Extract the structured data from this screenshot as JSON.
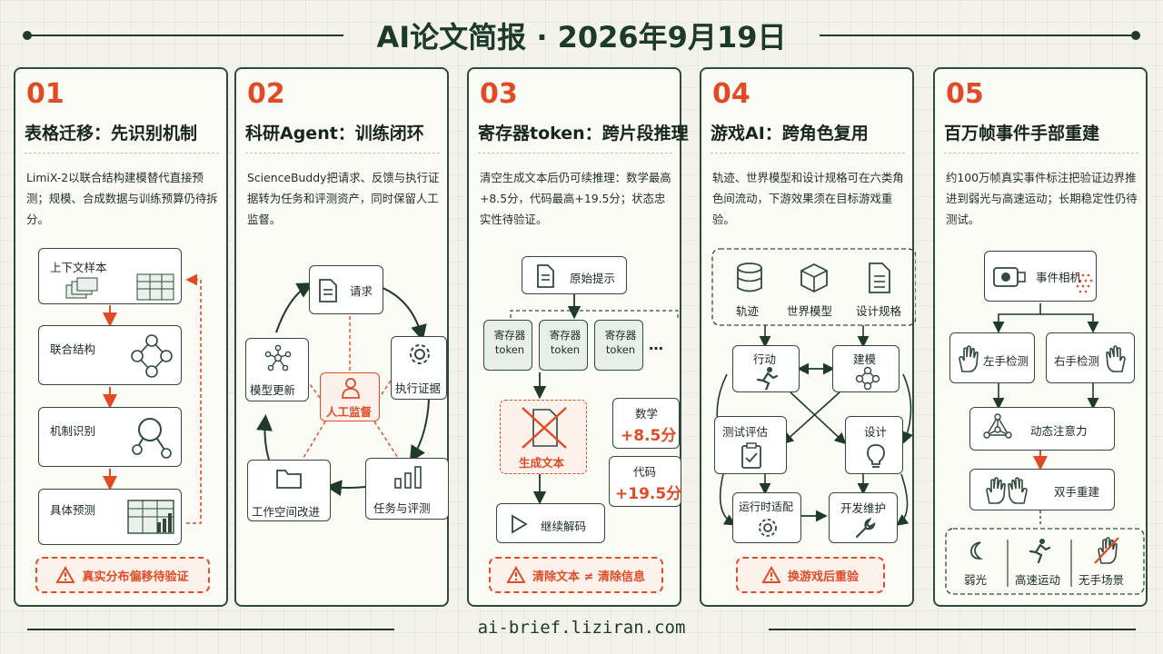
{
  "header": {
    "title": "AI论文简报 · 2026年9月19日"
  },
  "footer": {
    "url": "ai-brief.liziran.com"
  },
  "colors": {
    "accent": "#e04b26",
    "ink": "#1c3a2a",
    "border": "#2f4a3a",
    "paper": "#fbfbf6"
  },
  "panels": [
    {
      "num": "01",
      "title": "表格迁移：先识别机制",
      "desc": "LimiX-2以联合结构建模替代直接预测；规模、合成数据与训练预算仍待拆分。",
      "steps": [
        "上下文样本",
        "联合结构",
        "机制识别",
        "具体预测"
      ],
      "warning": "真实分布偏移待验证"
    },
    {
      "num": "02",
      "title": "科研Agent：训练闭环",
      "desc": "ScienceBuddy把请求、反馈与执行证据转为任务和评测资产，同时保留人工监督。",
      "nodes": [
        "请求",
        "执行证据",
        "任务与评测",
        "工作空间改进",
        "模型更新"
      ],
      "center": "人工监督"
    },
    {
      "num": "03",
      "title": "寄存器token：跨片段推理",
      "desc": "清空生成文本后仍可续推理：数学最高+8.5分，代码最高+19.5分；状态忠实性待验证。",
      "prompt": "原始提示",
      "token_label": "寄存器token",
      "ellipsis": "…",
      "generated": "生成文本",
      "continue": "继续解码",
      "metrics": [
        {
          "label": "数学",
          "value": "+8.5分"
        },
        {
          "label": "代码",
          "value": "+19.5分"
        }
      ],
      "warning": "清除文本 ≠ 清除信息"
    },
    {
      "num": "04",
      "title": "游戏AI：跨角色复用",
      "desc": "轨迹、世界模型和设计规格可在六类角色间流动，下游效果须在目标游戏重验。",
      "assets": [
        "轨迹",
        "世界模型",
        "设计规格"
      ],
      "roles": [
        "行动",
        "建模",
        "测试评估",
        "设计",
        "运行时适配",
        "开发维护"
      ],
      "warning": "换游戏后重验"
    },
    {
      "num": "05",
      "title": "百万帧事件手部重建",
      "desc": "约100万帧真实事件标注把验证边界推进到弱光与高速运动；长期稳定性仍待测试。",
      "camera": "事件相机",
      "detect": [
        "左手检测",
        "右手检测"
      ],
      "attention": "动态注意力",
      "recon": "双手重建",
      "conditions": [
        "弱光",
        "高速运动",
        "无手场景"
      ]
    }
  ]
}
